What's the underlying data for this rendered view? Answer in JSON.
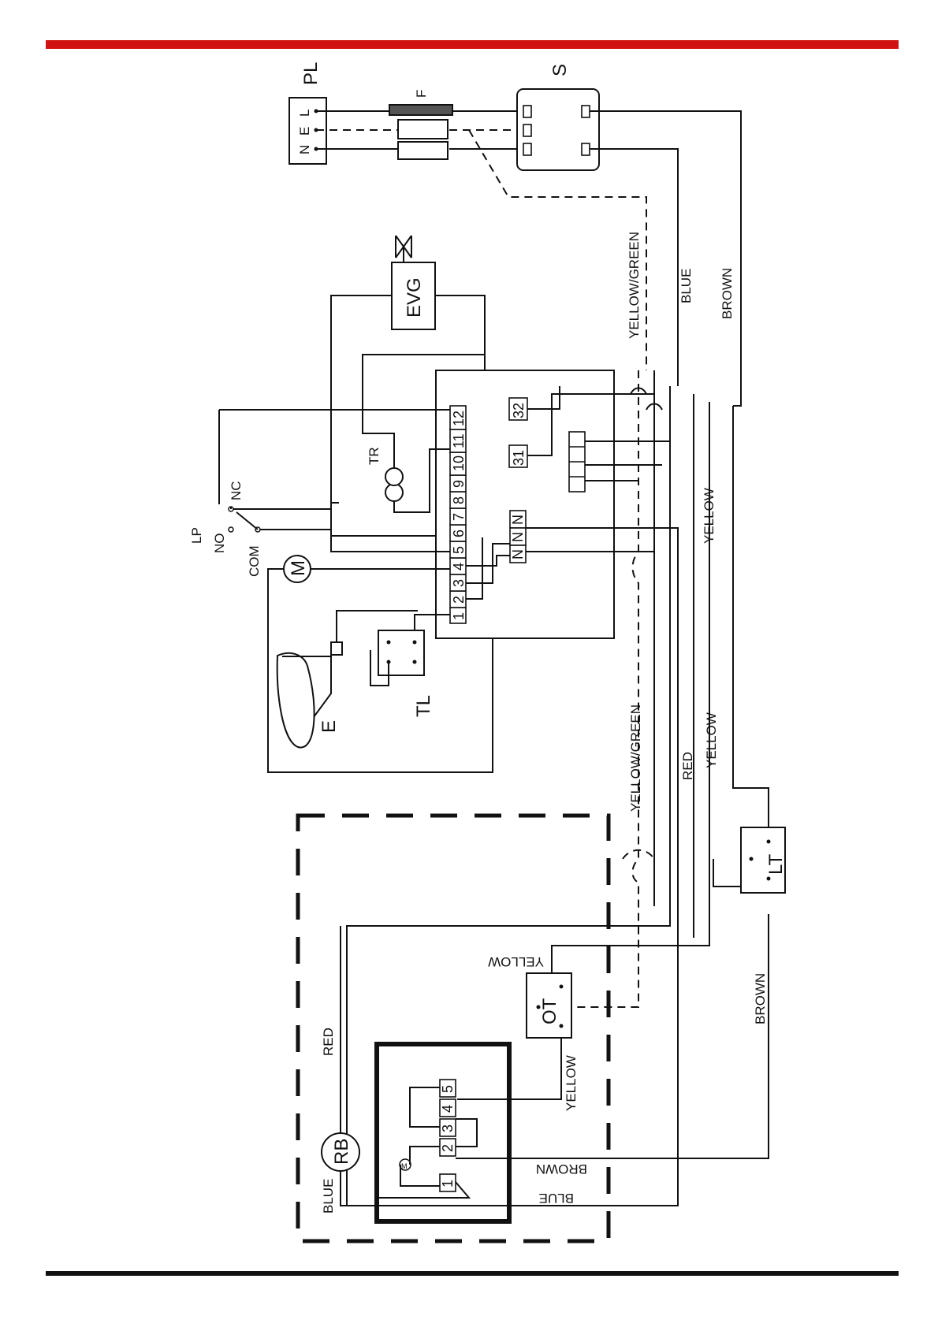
{
  "colors": {
    "top_bar": "#d01212",
    "bottom_bar": "#111111",
    "wire": "#111111"
  },
  "components": {
    "pl": "PL",
    "pl_n": "N",
    "pl_e": "E",
    "pl_l": "L",
    "f": "F",
    "s": "S",
    "evg": "EVG",
    "tr": "TR",
    "lp": "LP",
    "no": "NO",
    "nc": "NC",
    "com": "COM",
    "m": "M",
    "tl": "TL",
    "e": "E",
    "lt": "LT",
    "ot": "OT",
    "rb": "RB",
    "motor_small": "M",
    "n": "N",
    "t31": "31",
    "t32": "32"
  },
  "terminals": [
    "1",
    "2",
    "3",
    "4",
    "5",
    "6",
    "7",
    "8",
    "9",
    "10",
    "11",
    "12"
  ],
  "rb_terminals": [
    "1",
    "2",
    "3",
    "4",
    "5"
  ],
  "wires": {
    "yellow_green": "YELLOW/GREEN",
    "blue": "BLUE",
    "brown": "BROWN",
    "yellow": "YELLOW",
    "red": "RED"
  }
}
